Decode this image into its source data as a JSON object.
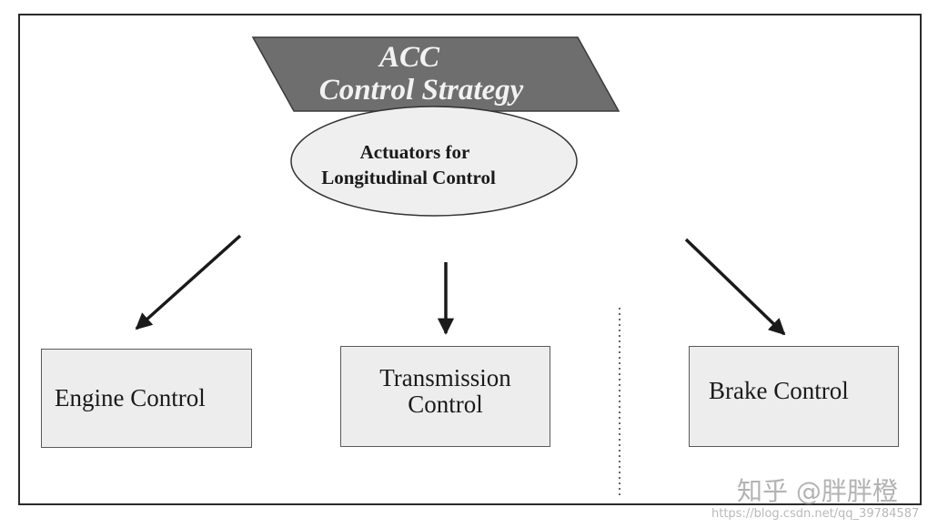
{
  "header": {
    "title_line1": "ACC",
    "title_line2": "Control Strategy"
  },
  "hub": {
    "line1": "Actuators for",
    "line2": "Longitudinal Control"
  },
  "boxes": {
    "engine": "Engine Control",
    "transmission_line1": "Transmission",
    "transmission_line2": "Control",
    "brake": "Brake Control"
  },
  "watermark": {
    "site": "知乎 @胖胖橙",
    "url": "https://blog.csdn.net/qq_39784587"
  },
  "colors": {
    "parallelogram_fill": "#6e6e6e",
    "parallelogram_text": "#f2f2f2",
    "ellipse_fill": "#efefef",
    "box_fill": "#ededed",
    "line": "#1a1a1a"
  }
}
